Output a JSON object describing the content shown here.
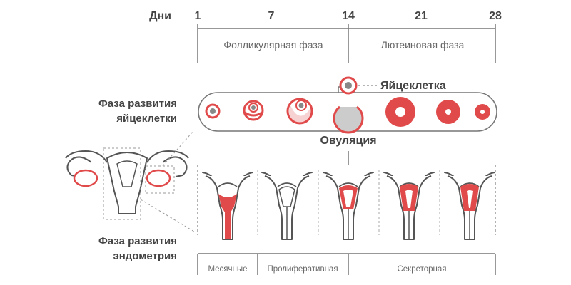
{
  "timeline": {
    "days_label": "Дни",
    "days": [
      "1",
      "7",
      "14",
      "21",
      "28"
    ]
  },
  "phases": {
    "follicular": "Фолликулярная фаза",
    "luteal": "Лютеиновая фаза"
  },
  "egg_label": "Яйцеклетка",
  "ovulation_label": "Овуляция",
  "egg_phase_label": [
    "Фаза развития",
    "яйцеклетки"
  ],
  "endometrium_phase_label": [
    "Фаза развития",
    "эндометрия"
  ],
  "endometrium_phases": {
    "menstrual": "Месячные",
    "proliferative": "Пролиферативная",
    "secretory": "Секреторная"
  },
  "colors": {
    "accent": "#e04a4a",
    "line": "#777777",
    "fill_grey": "#cccccc"
  }
}
